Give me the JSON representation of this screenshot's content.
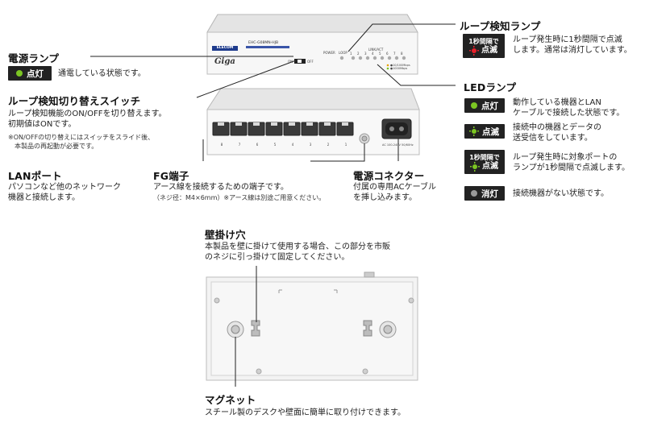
{
  "colors": {
    "led_green": "#7cc623",
    "led_red": "#e8202a",
    "led_gray": "#9a9a9a",
    "badge_bg": "#222222"
  },
  "device": {
    "brand": "ELECOM",
    "model": "EHC-G08MN-HJB",
    "series": "Giga",
    "switch_labels": [
      "ON",
      "OFF"
    ],
    "power_label": "POWER",
    "loop_label": "LOOP",
    "link_label": "LINK/ACT",
    "led_numbers": [
      "1",
      "2",
      "3",
      "4",
      "5",
      "6",
      "7",
      "8"
    ],
    "led_legend": [
      "●10/100Mbps",
      "●1000Mbps"
    ],
    "port_numbers": [
      "8",
      "7",
      "6",
      "5",
      "4",
      "3",
      "2",
      "1"
    ],
    "ac_label": "AC 100-240V 50/60Hz"
  },
  "power_lamp": {
    "title": "電源ランプ",
    "badge": "点灯",
    "desc": "通電している状態です。"
  },
  "loop_switch": {
    "title": "ループ検知切り替えスイッチ",
    "desc": "ループ検知機能のON/OFFを切り替えます。\n初期値はONです。",
    "note": "※ON/OFFの切り替えにはスイッチをスライド後、\n　本製品の再起動が必要です。"
  },
  "lan_port": {
    "title": "LANポート",
    "desc": "パソコンなど他のネットワーク\n機器と接続します。"
  },
  "fg_terminal": {
    "title": "FG端子",
    "desc": "アース線を接続するための端子です。",
    "note": "（ネジ径：M4×6mm）※アース線は別途ご用意ください。"
  },
  "power_connector": {
    "title": "電源コネクター",
    "desc": "付属の専用ACケーブル\nを挿し込みます。"
  },
  "loop_lamp": {
    "title": "ループ検知ランプ",
    "badge_top": "1秒間隔で",
    "badge_bottom": "点滅",
    "desc": "ループ発生時に1秒間隔で点滅\nします。通常は消灯しています。"
  },
  "led_lamp": {
    "title": "LEDランプ",
    "items": [
      {
        "badge": "点灯",
        "desc": "動作している機器とLAN\nケーブルで接続した状態です。"
      },
      {
        "badge": "点滅",
        "desc": "接続中の機器とデータの\n送受信をしています。"
      },
      {
        "badge_top": "1秒間隔で",
        "badge_bottom": "点滅",
        "desc": "ループ発生時に対象ポートの\nランプが1秒間隔で点滅します。"
      },
      {
        "badge": "消灯",
        "desc": "接続機器がない状態です。"
      }
    ]
  },
  "wall_hole": {
    "title": "壁掛け穴",
    "desc": "本製品を壁に掛けて使用する場合、この部分を市販\nのネジに引っ掛けて固定してください。"
  },
  "magnet": {
    "title": "マグネット",
    "desc": "スチール製のデスクや壁面に簡単に取り付けできます。"
  }
}
